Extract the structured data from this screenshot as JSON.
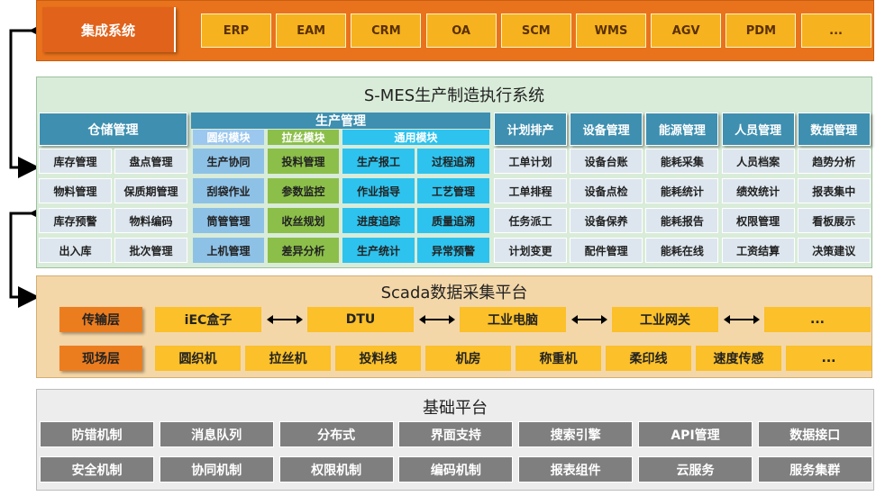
{
  "integration": {
    "title": "集成系统",
    "systems": [
      "ERP",
      "EAM",
      "CRM",
      "OA",
      "SCM",
      "WMS",
      "AGV",
      "PDM",
      "..."
    ]
  },
  "mes": {
    "title": "S-MES生产制造执行系统",
    "warehouse": {
      "title": "仓储管理",
      "items": [
        "库存管理",
        "盘点管理",
        "物料管理",
        "保质期管理",
        "库存预警",
        "物料编码",
        "出入库",
        "批次管理"
      ]
    },
    "production": {
      "title": "生产管理",
      "subs": [
        "圆织模块",
        "拉丝模块",
        "通用模块"
      ],
      "circular": [
        "生产协同",
        "刮袋作业",
        "筒管管理",
        "上机管理"
      ],
      "drawing": [
        "投料管理",
        "参数监控",
        "收丝规划",
        "差异分析"
      ],
      "general": [
        "生产报工",
        "过程追溯",
        "作业指导",
        "工艺管理",
        "进度追踪",
        "质量追溯",
        "生产统计",
        "异常预警"
      ]
    },
    "columns": [
      {
        "title": "计划排产",
        "items": [
          "工单计划",
          "工单排程",
          "任务派工",
          "计划变更"
        ]
      },
      {
        "title": "设备管理",
        "items": [
          "设备台账",
          "设备点检",
          "设备保养",
          "配件管理"
        ]
      },
      {
        "title": "能源管理",
        "items": [
          "能耗采集",
          "能耗统计",
          "能耗报告",
          "能耗在线"
        ]
      },
      {
        "title": "人员管理",
        "items": [
          "人员档案",
          "绩效统计",
          "权限管理",
          "工资结算"
        ]
      },
      {
        "title": "数据管理",
        "items": [
          "趋势分析",
          "报表集中",
          "看板展示",
          "决策建议"
        ]
      }
    ]
  },
  "scada": {
    "title": "Scada数据采集平台",
    "transport_label": "传输层",
    "transport": [
      "iEC盒子",
      "DTU",
      "工业电脑",
      "工业网关",
      "..."
    ],
    "field_label": "现场层",
    "field": [
      "圆织机",
      "拉丝机",
      "投料线",
      "机房",
      "称重机",
      "柔印线",
      "速度传感",
      "..."
    ]
  },
  "base": {
    "title": "基础平台",
    "row1": [
      "防错机制",
      "消息队列",
      "分布式",
      "界面支持",
      "搜索引擎",
      "API管理",
      "数据接口"
    ],
    "row2": [
      "安全机制",
      "协同机制",
      "权限机制",
      "编码机制",
      "报表组件",
      "云服务",
      "服务集群"
    ]
  }
}
